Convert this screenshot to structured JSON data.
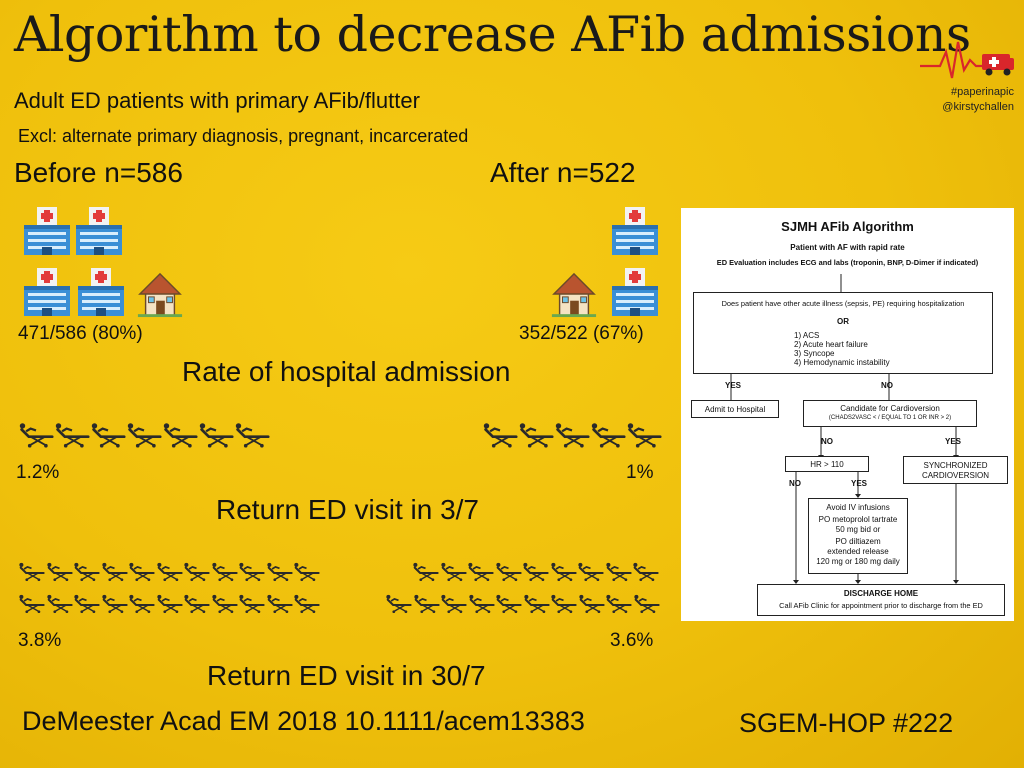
{
  "title": "Algorithm to decrease AFib admissions",
  "subtitle": "Adult ED patients with primary AFib/flutter",
  "exclusions": "Excl: alternate primary diagnosis, pregnant, incarcerated",
  "brand": {
    "hashtag": "#paperinapic",
    "handle": "@kirstychallen"
  },
  "groups": {
    "before_label": "Before n=586",
    "after_label": "After n=522"
  },
  "admission": {
    "before_value": "471/586 (80%)",
    "after_value": "352/522 (67%)",
    "caption": "Rate of hospital admission"
  },
  "return_3": {
    "before_value": "1.2%",
    "after_value": "1%",
    "caption": "Return ED visit in 3/7"
  },
  "return_30": {
    "before_value": "3.8%",
    "after_value": "3.6%",
    "caption": "Return ED visit in 30/7"
  },
  "citation": "DeMeester Acad EM 2018 10.1111/acem13383",
  "episode": "SGEM-HOP #222",
  "algorithm": {
    "title": "SJMH AFib Algorithm",
    "patient": "Patient with AF with rapid rate",
    "evaluation": "ED Evaluation includes ECG and labs (troponin, BNP, D-Dimer if indicated)",
    "question": "Does patient have other acute illness (sepsis, PE) requiring hospitalization",
    "or": "OR",
    "criteria": [
      "1)   ACS",
      "2)   Acute heart failure",
      "3)   Syncope",
      "4)   Hemodynamic instability"
    ],
    "yes1": "YES",
    "no1": "NO",
    "admit": "Admit to Hospital",
    "candidate": "Candidate for Cardioversion",
    "chads": "(CHADS2VASC < / EQUAL TO 1 OR INR > 2)",
    "no2": "NO",
    "yes2": "YES",
    "hr": "HR > 110",
    "sync1": "SYNCHRONIZED",
    "sync2": "CARDIOVERSION",
    "no3": "NO",
    "yes3": "YES",
    "drugs": [
      "Avoid IV infusions",
      "PO metoprolol tartrate",
      "50 mg bid or",
      "PO diltiazem",
      "extended release",
      "120 mg or 180 mg daily"
    ],
    "discharge": "DISCHARGE HOME",
    "clinic": "Call AFib Clinic for appointment prior to discharge from the ED"
  },
  "icons": [
    "hospital-icon",
    "house-icon",
    "stretcher-icon",
    "heartbeat-ambulance-logo"
  ],
  "colors": {
    "background": "#f0c20d",
    "accent_red": "#d9262b",
    "hospital_blue": "#3a8fd6"
  }
}
